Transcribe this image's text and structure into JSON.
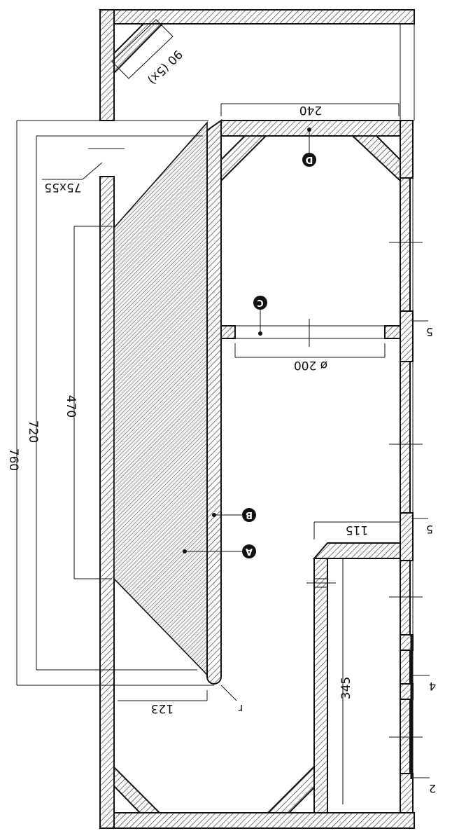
{
  "dimensions": {
    "brace_top": "90 (5x)",
    "width_240": "240",
    "port_75x55": "75x55",
    "diameter_200": "ø 200",
    "height_760": "760",
    "height_720": "720",
    "height_470": "470",
    "width_115": "115",
    "offset_123": "123",
    "height_345": "345",
    "gap_5_upper": "5",
    "gap_5_lower": "5",
    "gap_4": "4",
    "gap_2": "2",
    "radius_r": "r"
  },
  "callouts": {
    "a": "A",
    "b": "B",
    "c": "C",
    "d": "D"
  }
}
